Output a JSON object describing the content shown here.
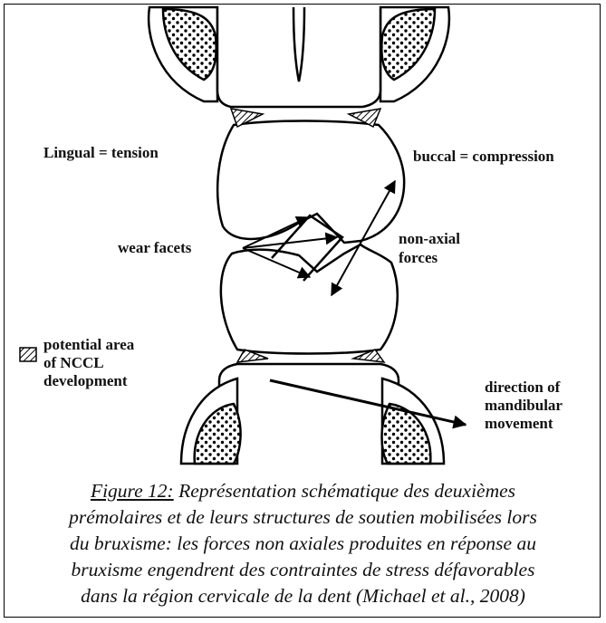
{
  "labels": {
    "lingual": "Lingual = tension",
    "buccal": "buccal = compression",
    "wear_facets": "wear facets",
    "non_axial_line1": "non-axial",
    "non_axial_line2": "forces",
    "potential_line1": "potential area",
    "potential_line2": "of NCCL",
    "potential_line3": "development",
    "direction_line1": "direction of",
    "direction_line2": "mandibular",
    "direction_line3": "movement"
  },
  "caption": {
    "figure_ref": "Figure 12:",
    "line1_rest": " Représentation schématique des deuxièmes",
    "line2": "prémolaires et de leurs structures de soutien mobilisées lors",
    "line3": "du bruxisme: les forces non axiales produites en réponse au",
    "line4": "bruxisme engendrent des contraintes de stress défavorables",
    "line5": "dans la région cervicale de la dent (Michael et al., 2008)"
  },
  "icons": [
    "hatched-legend-icon",
    "stippled-bone-icon"
  ]
}
